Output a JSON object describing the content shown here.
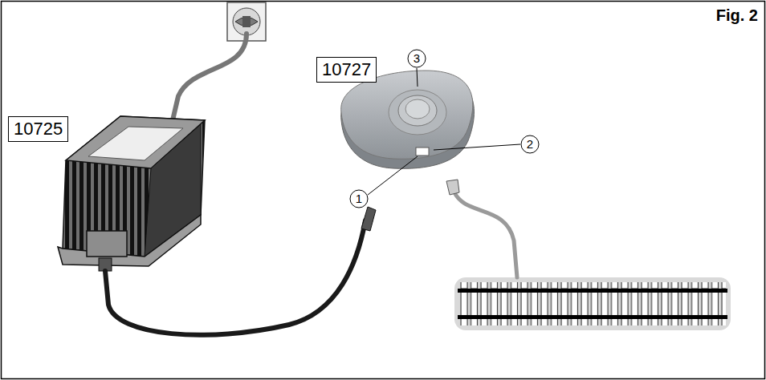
{
  "diagram": {
    "title": "Fig. 2",
    "nodes": [
      {
        "text": [
          "10725"
        ]
      },
      {
        "text": [
          "10727"
        ]
      }
    ],
    "labels": [
      "3",
      "2",
      "1"
    ]
  }
}
